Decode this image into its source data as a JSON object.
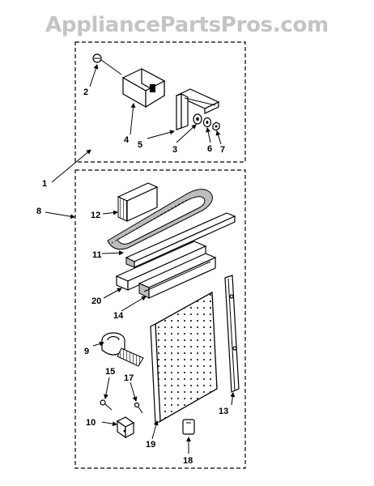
{
  "watermark": "AppliancePartsPros.com",
  "callouts": {
    "c1": "1",
    "c2": "2",
    "c3": "3",
    "c4": "4",
    "c5": "5",
    "c6": "6",
    "c7": "7",
    "c8": "8",
    "c9": "9",
    "c10": "10",
    "c11": "11",
    "c12": "12",
    "c13": "13",
    "c14": "14",
    "c15": "15",
    "c17": "17",
    "c18": "18",
    "c19": "19",
    "c20": "20"
  }
}
